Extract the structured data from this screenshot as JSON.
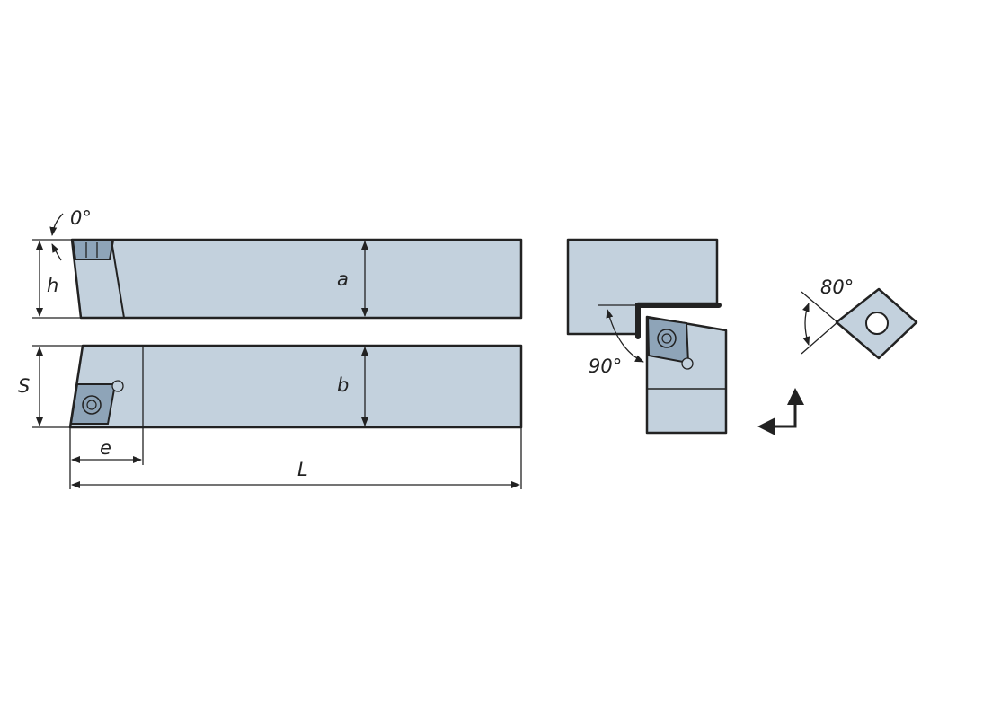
{
  "labels": {
    "angle_top": "0°",
    "h": "h",
    "a": "a",
    "s": "S",
    "b": "b",
    "e": "e",
    "l": "L",
    "angle_side": "90°",
    "angle_insert": "80°"
  },
  "colors": {
    "body": "#c3d1dd",
    "insert": "#8ea4b8",
    "line": "#222222"
  }
}
